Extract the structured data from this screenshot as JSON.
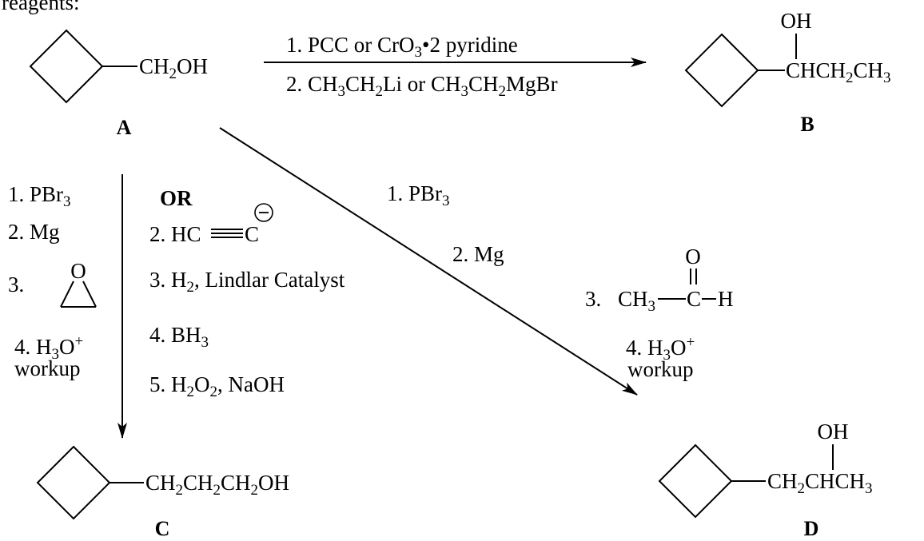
{
  "header_fragment": "reagents:",
  "compounds": {
    "A": {
      "group": "CH2OH",
      "label": "A"
    },
    "B": {
      "oh": "OH",
      "group": "CHCH2CH3",
      "label": "B"
    },
    "C": {
      "group": "CH2CH2CH2OH",
      "label": "C"
    },
    "D": {
      "oh": "OH",
      "group": "CH2CHCH3",
      "label": "D"
    }
  },
  "route_A_to_B": {
    "step1": "1. PCC or CrO3•2 pyridine",
    "step2": "2. CH3CH2Li or CH3CH2MgBr"
  },
  "route_A_to_C_left": {
    "step1": "1. PBr3",
    "step2": "2. Mg",
    "step3": "3.",
    "epoxide_atom": "O",
    "step4_line1": "4. H3O+",
    "step4_line2": "workup"
  },
  "route_A_to_C_right": {
    "or": "OR",
    "step2": "2. HC",
    "carbanion": "C",
    "step3": "3. H2, Lindlar Catalyst",
    "step4": "4. BH3",
    "step5": "5. H2O2, NaOH"
  },
  "route_A_to_D": {
    "step1": "1. PBr3",
    "step2": "2. Mg",
    "step3_prefix": "3.",
    "step3_ch3": "CH3",
    "step3_c": "C",
    "step3_h": "H",
    "carbonyl_o": "O",
    "step4_line1": "4. H3O+",
    "step4_line2": "workup"
  }
}
